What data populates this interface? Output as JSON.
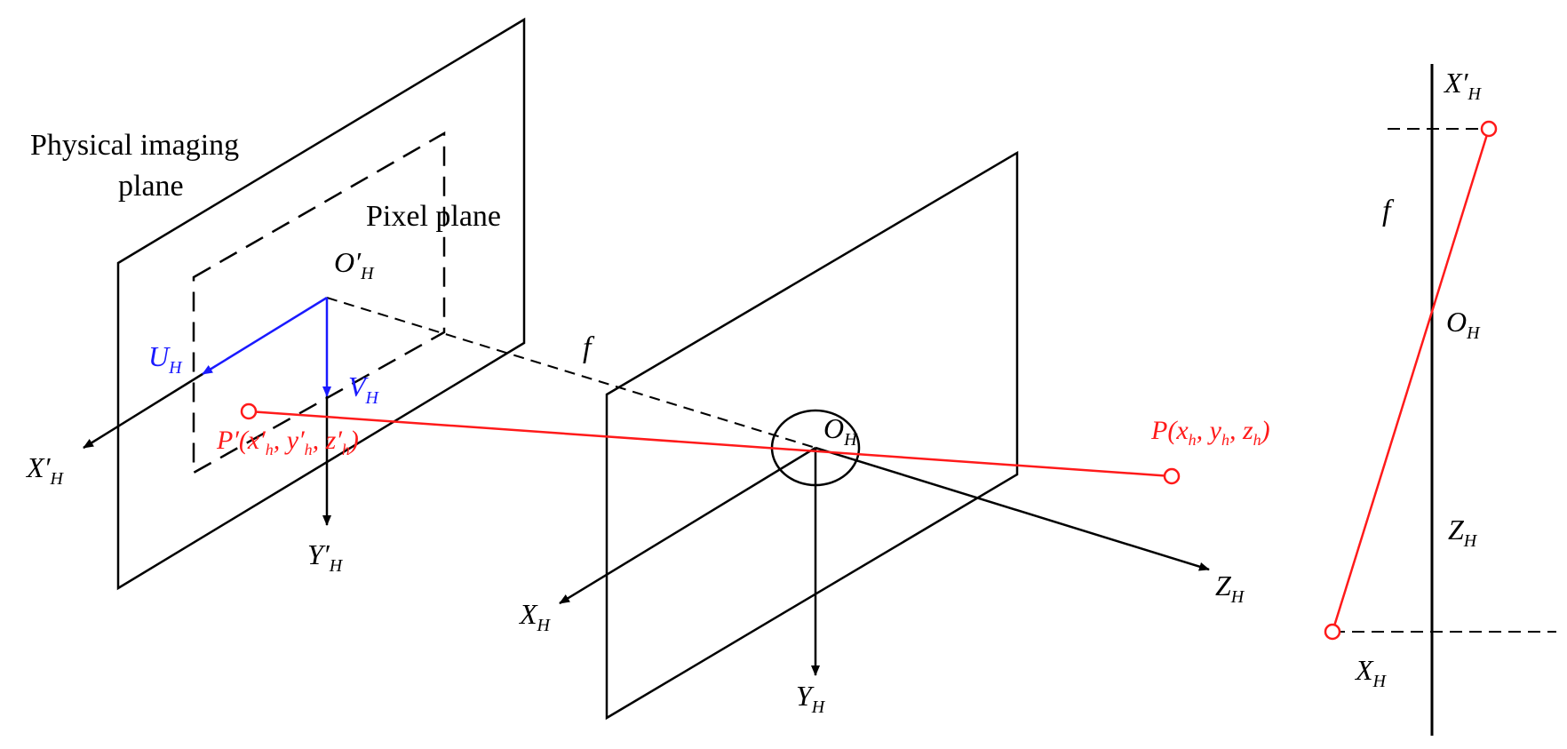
{
  "labels": {
    "physical_plane": [
      "Physical imaging",
      "plane"
    ],
    "pixel_plane": "Pixel plane",
    "f_main": "f",
    "f_side": "f",
    "o_prime": {
      "base": "O",
      "prime": "′",
      "sub": "H"
    },
    "o_h": {
      "base": "O",
      "sub": "H"
    },
    "u_h": {
      "base": "U",
      "sub": "H"
    },
    "v_h": {
      "base": "V",
      "sub": "H"
    },
    "x_prime_h": {
      "base": "X",
      "prime": "′",
      "sub": "H"
    },
    "y_prime_h": {
      "base": "Y",
      "prime": "′",
      "sub": "H"
    },
    "x_h": {
      "base": "X",
      "sub": "H"
    },
    "y_h": {
      "base": "Y",
      "sub": "H"
    },
    "z_h": {
      "base": "Z",
      "sub": "H"
    },
    "p_point": {
      "prefix": "P(",
      "x": "x",
      "xs": "h",
      "y": "y",
      "ys": "h",
      "z": "z",
      "zs": "h",
      "sep": ", ",
      "close": ")"
    },
    "p_prime_point": {
      "prefix": "P′(",
      "x": "x′",
      "xs": "h",
      "y": "y′",
      "ys": "h",
      "z": "z′",
      "zs": "h",
      "sep": ", ",
      "close": ")"
    },
    "side_x_prime_h": {
      "base": "X",
      "prime": "′",
      "sub": "H"
    },
    "side_o_h": {
      "base": "O",
      "sub": "H"
    },
    "side_z_h": {
      "base": "Z",
      "sub": "H"
    },
    "side_x_h": {
      "base": "X",
      "sub": "H"
    }
  },
  "colors": {
    "black": "#000000",
    "blue": "#1a1aff",
    "red": "#ff1a1a"
  }
}
